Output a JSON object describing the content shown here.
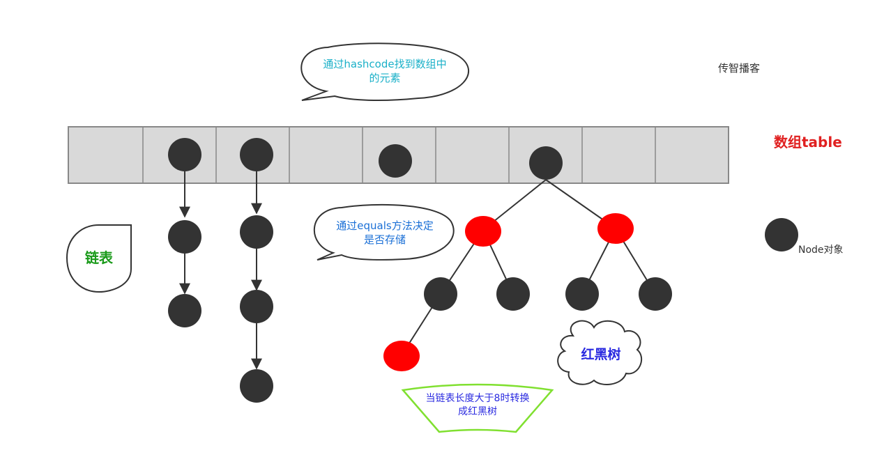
{
  "brand": "传智播客",
  "array_label": "数组table",
  "legend": {
    "node_label": "Node对象"
  },
  "callouts": {
    "hashcode": [
      "通过hashcode找到数组中",
      "的元素"
    ],
    "equals": [
      "通过equals方法决定",
      "是否存储"
    ],
    "linked_list": "链表",
    "red_black_tree": "红黑树",
    "convert_rule": [
      "当链表长度大于8时转换",
      "成红黑树"
    ]
  },
  "colors": {
    "node_black": "#333333",
    "node_red": "#ff0000",
    "array_fill": "#d9d9d9",
    "array_stroke": "#888888",
    "brand_text": "#333333",
    "array_label_text": "#e02020",
    "hashcode_text": "#1ab0c8",
    "equals_text": "#1a6fd6",
    "linked_list_text": "#1a9a1a",
    "red_black_tree_text": "#2a2ae0",
    "convert_rule_text": "#2a2ae0",
    "convert_rule_border": "#80e030",
    "linked_list_border": "#33a033"
  },
  "array": {
    "cell_count": 9
  }
}
